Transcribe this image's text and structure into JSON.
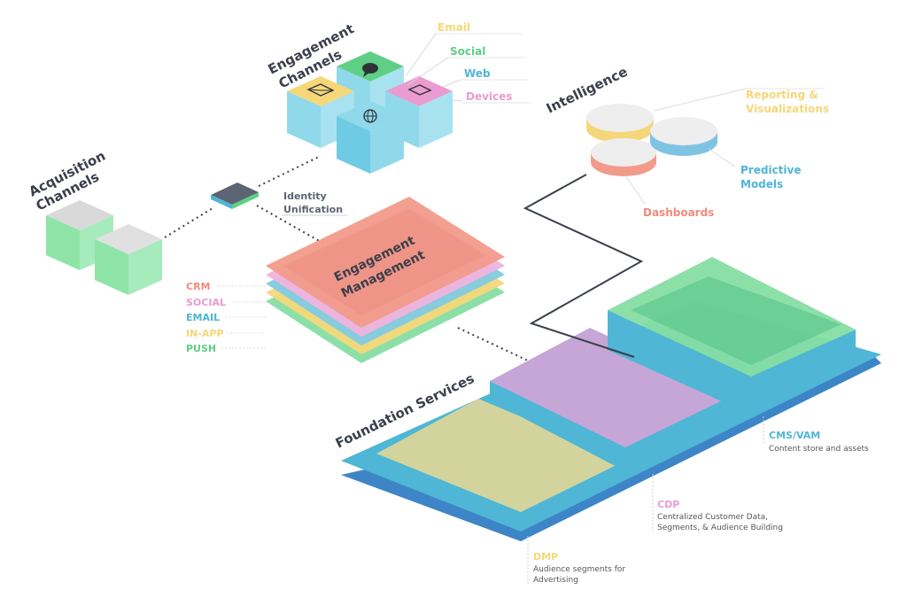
{
  "engagement_channels": {
    "title_line1": "Engagement",
    "title_line2": "Channels",
    "items": [
      {
        "label": "Email",
        "color": "#f5d77a"
      },
      {
        "label": "Social",
        "color": "#5fcf86"
      },
      {
        "label": "Web",
        "color": "#4fb6d6"
      },
      {
        "label": "Devices",
        "color": "#e99bd2"
      }
    ],
    "icons": [
      "envelope-icon",
      "chat-bubble-icon",
      "globe-icon",
      "tablet-icon"
    ]
  },
  "acquisition_channels": {
    "title_line1": "Acquisition",
    "title_line2": "Channels"
  },
  "identity": {
    "line1": "Identity",
    "line2": "Unification"
  },
  "engagement_management": {
    "title_line1": "Engagement",
    "title_line2": "Management",
    "layers": [
      {
        "label": "CRM",
        "color": "#f08b7b"
      },
      {
        "label": "SOCIAL",
        "color": "#e99bd2"
      },
      {
        "label": "EMAIL",
        "color": "#4fb6d6"
      },
      {
        "label": "IN-APP",
        "color": "#f5d77a"
      },
      {
        "label": "PUSH",
        "color": "#5fcf86"
      }
    ]
  },
  "intelligence": {
    "title": "Intelligence",
    "reporting_line1": "Reporting &",
    "reporting_line2": "Visualizations",
    "predictive_line1": "Predictive",
    "predictive_line2": "Models",
    "dashboards": "Dashboards",
    "colors": {
      "reporting": "#f5d77a",
      "predictive": "#4fb6d6",
      "dashboards": "#f08b7b"
    }
  },
  "foundation": {
    "title": "Foundation Services",
    "cms_title": "CMS/VAM",
    "cms_desc": "Content store and assets",
    "cdp_title": "CDP",
    "cdp_desc1": "Centralized Customer Data,",
    "cdp_desc2": "Segments, & Audience Building",
    "dmp_title": "DMP",
    "dmp_desc1": "Audience segments for",
    "dmp_desc2": "Advertising",
    "colors": {
      "cms": "#5fcf86",
      "cdp": "#e99bd2",
      "dmp": "#f5d77a",
      "base": "#4fb6d6"
    }
  }
}
